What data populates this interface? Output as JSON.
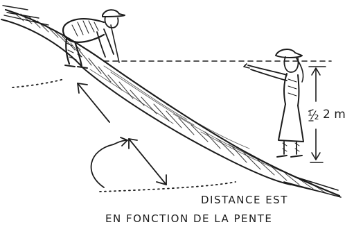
{
  "illustration": {
    "measurement": {
      "fraction": "½",
      "value": "2 m"
    },
    "caption": {
      "line1": "DISTANCE EST",
      "line2": "EN FONCTION DE LA PENTE"
    }
  }
}
